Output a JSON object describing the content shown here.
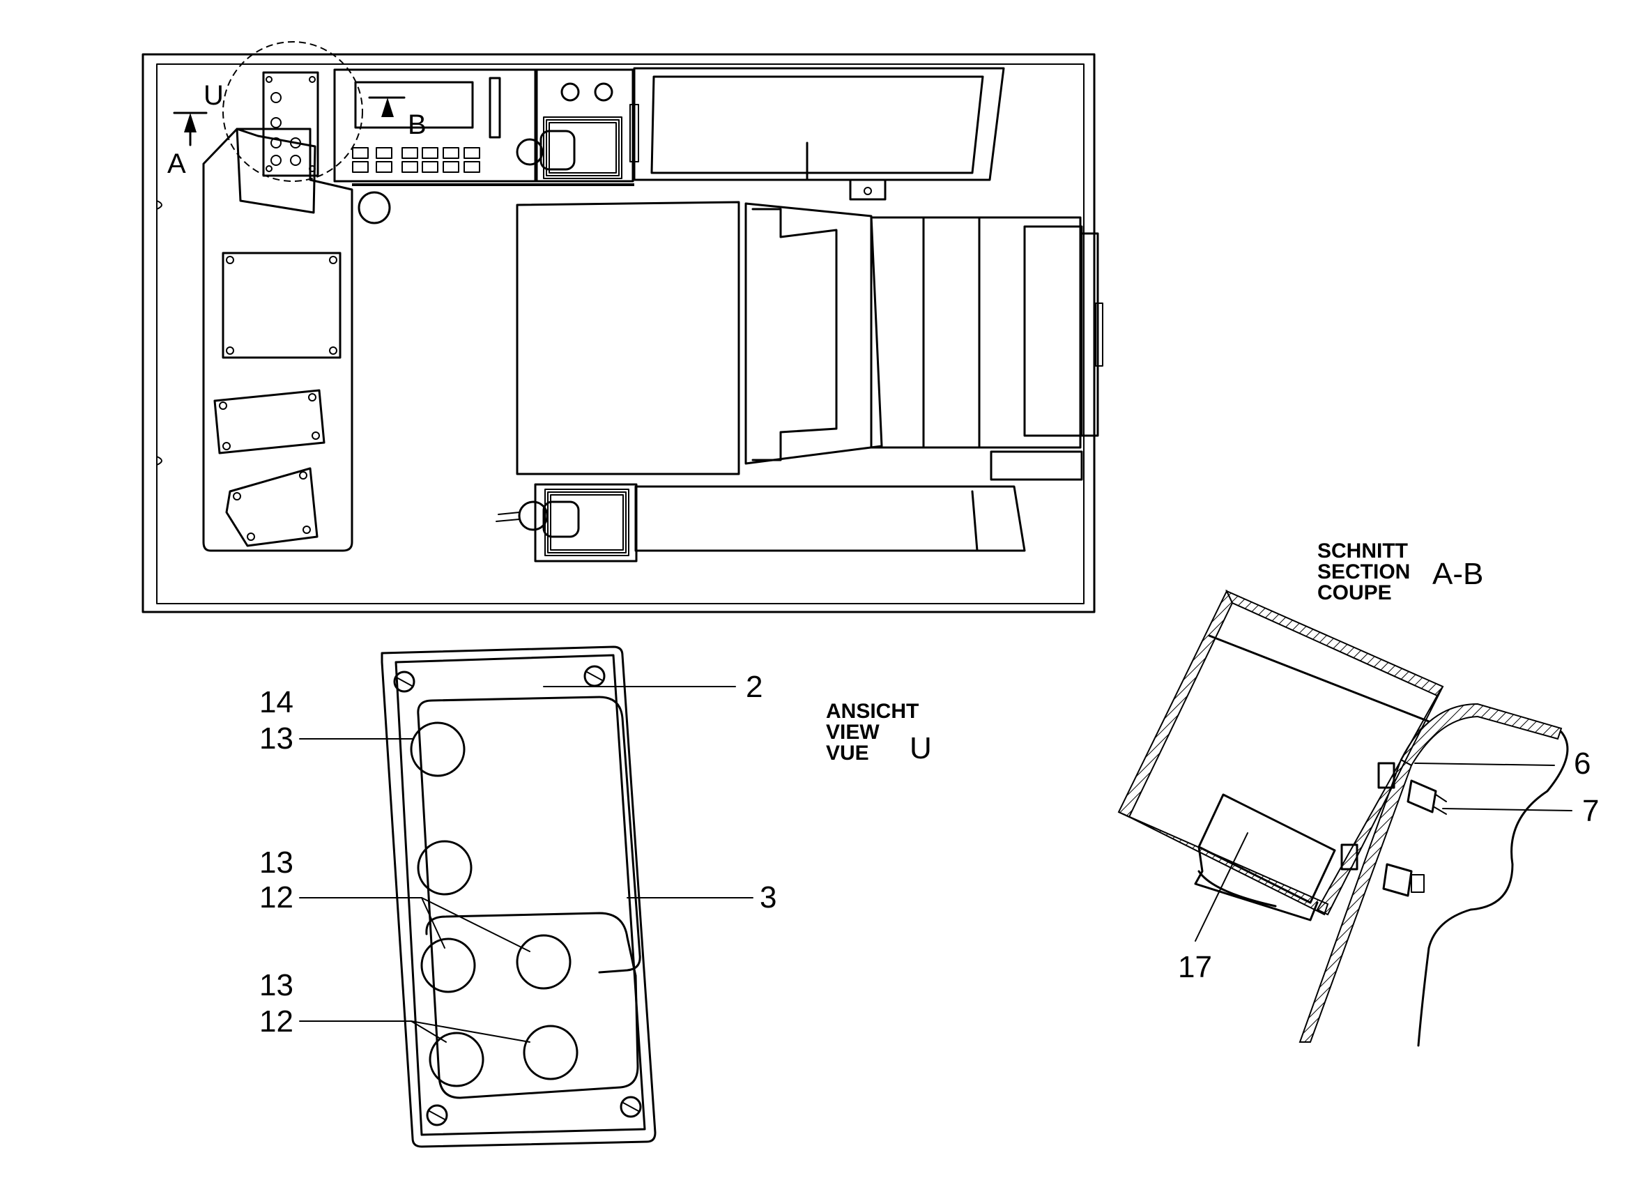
{
  "top_view": {
    "label_u": "U",
    "label_a": "A",
    "label_b": "B"
  },
  "view_u": {
    "header_de": "ANSICHT",
    "header_en": "VIEW",
    "header_fr": "VUE",
    "view_letter": "U",
    "callouts": {
      "c2": "2",
      "c3": "3",
      "c14": "14",
      "c13a": "13",
      "c13b": "13",
      "c12a": "12",
      "c13c": "13",
      "c12b": "12"
    }
  },
  "section_ab": {
    "header_de": "SCHNITT",
    "header_en": "SECTION",
    "header_fr": "COUPE",
    "section_letters": "A-B",
    "callouts": {
      "c6": "6",
      "c7": "7",
      "c17": "17"
    }
  }
}
